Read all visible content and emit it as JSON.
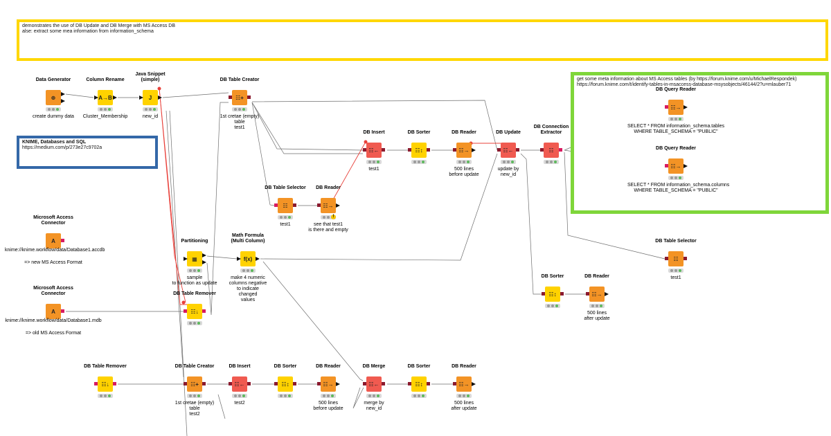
{
  "annotations": [
    {
      "id": "a1",
      "style": "yellow",
      "lines": [
        "demonstrates the use of DB Update and DB  Merge with MS Access DB",
        "alse: extract some mea information from information_schema"
      ]
    },
    {
      "id": "a2",
      "style": "blue",
      "lines": [
        "KNIME, Databases and SQL",
        "https://medium.com/p/273e27c9702a"
      ]
    },
    {
      "id": "a3",
      "style": "green",
      "lines": [
        "get some meta information about MS Access tables (by https://forum.knime.com/u/MichaelRespondek)",
        "https://forum.knime.com/t/identify-tables-in-msaccess-database-msysobjects/46144/2?u=mlauber71"
      ]
    }
  ],
  "nodes": [
    {
      "id": "n1",
      "title": [
        "Data Generator"
      ],
      "label": [
        "create dummy data"
      ],
      "color": "#f39325",
      "glyph": "⊕",
      "in": "",
      "out": "tri2",
      "status": "green"
    },
    {
      "id": "n2",
      "title": [
        "Column Rename"
      ],
      "label": [
        "Cluster_Membership"
      ],
      "color": "#ffd200",
      "glyph": "A→B",
      "in": "tri",
      "out": "tri",
      "status": "green"
    },
    {
      "id": "n3",
      "title": [
        "Java Snippet",
        "(simple)"
      ],
      "label": [
        "new_id"
      ],
      "color": "#ffd200",
      "glyph": "J",
      "in": "tri",
      "out": "tri",
      "status": "green"
    },
    {
      "id": "n4",
      "title": [
        "DB Table Creator"
      ],
      "label": [
        "1st cretae (empty)",
        "table",
        "test1"
      ],
      "color": "#f39325",
      "glyph": "☷+",
      "in": "db",
      "out": "db",
      "status": "green"
    },
    {
      "id": "n5",
      "title": [
        "KNIME, Databases and SQL"
      ],
      "label": [],
      "color": "",
      "glyph": "",
      "in": "",
      "out": "",
      "status": "none"
    },
    {
      "id": "n6",
      "title": [
        "DB Insert"
      ],
      "label": [
        "test1"
      ],
      "color": "#f05a50",
      "glyph": "☷←",
      "in": "db",
      "out": "db",
      "status": "green"
    },
    {
      "id": "n7",
      "title": [
        "DB Sorter"
      ],
      "label": [],
      "color": "#ffd200",
      "glyph": "☷↕",
      "in": "db",
      "out": "db",
      "status": "green"
    },
    {
      "id": "n8",
      "title": [
        "DB Reader"
      ],
      "label": [
        "500 lines",
        "before update"
      ],
      "color": "#f39325",
      "glyph": "☷→",
      "in": "db",
      "out": "tri",
      "status": "green"
    },
    {
      "id": "n9",
      "title": [
        "DB Update"
      ],
      "label": [
        "update by",
        "new_id"
      ],
      "color": "#f05a50",
      "glyph": "☷←",
      "in": "db",
      "out": "db",
      "status": "green"
    },
    {
      "id": "n10",
      "title": [
        "DB Connection",
        "Extractor"
      ],
      "label": [],
      "color": "#f05a50",
      "glyph": "☷",
      "in": "db",
      "out": "acc",
      "status": "green"
    },
    {
      "id": "n11",
      "title": [
        "DB Query Reader"
      ],
      "label": [
        "SELECT * FROM information_schema.tables",
        "WHERE TABLE_SCHEMA = \"PUBLIC\""
      ],
      "color": "#f39325",
      "glyph": "☷→",
      "in": "acc",
      "out": "tri",
      "status": "green"
    },
    {
      "id": "n12",
      "title": [
        "DB Query Reader"
      ],
      "label": [
        "SELECT * FROM information_schema.columns",
        "WHERE TABLE_SCHEMA = \"PUBLIC\""
      ],
      "color": "#f39325",
      "glyph": "☷→",
      "in": "acc",
      "out": "tri",
      "status": "green"
    },
    {
      "id": "n13",
      "title": [
        "DB Table Selector"
      ],
      "label": [
        "test1"
      ],
      "color": "#f39325",
      "glyph": "☷",
      "in": "db",
      "out": "db",
      "status": "green"
    },
    {
      "id": "n14",
      "title": [
        "DB Reader"
      ],
      "label": [
        "see that test1",
        "is there and empty"
      ],
      "color": "#f39325",
      "glyph": "☷→",
      "in": "db",
      "out": "tri",
      "status": "warn"
    },
    {
      "id": "n15",
      "title": [
        "Microsoft Access",
        "Connector"
      ],
      "label": [
        "knime://knime.workflow/data/Database1.accdb",
        "",
        "=> new MS Access Format"
      ],
      "color": "#f39325",
      "glyph": "A",
      "in": "",
      "out": "acc",
      "status": "none"
    },
    {
      "id": "n16",
      "title": [
        "Partitioning"
      ],
      "label": [
        "sample",
        "to function as update"
      ],
      "color": "#ffd200",
      "glyph": "▦",
      "in": "tri",
      "out": "tri2",
      "status": "green"
    },
    {
      "id": "n17",
      "title": [
        "Math Formula",
        "(Multi Column)"
      ],
      "label": [
        "make 4 numeric",
        "columns negative",
        "to indicate",
        "changed",
        "values"
      ],
      "color": "#ffd200",
      "glyph": "f(x)",
      "in": "tri",
      "out": "tri",
      "status": "green"
    },
    {
      "id": "n18",
      "title": [
        "DB Table Selector"
      ],
      "label": [
        "test1"
      ],
      "color": "#f39325",
      "glyph": "☷",
      "in": "acc",
      "out": "db",
      "status": "green"
    },
    {
      "id": "n19",
      "title": [
        "DB Table Remover"
      ],
      "label": [],
      "color": "#ffd200",
      "glyph": "☷↓",
      "in": "acc",
      "out": "acc",
      "status": "green"
    },
    {
      "id": "n20",
      "title": [
        "Microsoft Access",
        "Connector"
      ],
      "label": [
        "knime://knime.workflow/data/Database1.mdb",
        "",
        "=> old MS Access Format"
      ],
      "color": "#f39325",
      "glyph": "A",
      "in": "",
      "out": "acc",
      "status": "none"
    },
    {
      "id": "n21",
      "title": [
        "DB Sorter"
      ],
      "label": [],
      "color": "#ffd200",
      "glyph": "☷↕",
      "in": "db",
      "out": "db",
      "status": "green"
    },
    {
      "id": "n22",
      "title": [
        "DB Reader"
      ],
      "label": [
        "500 lines",
        "after update"
      ],
      "color": "#f39325",
      "glyph": "☷→",
      "in": "db",
      "out": "tri",
      "status": "green"
    },
    {
      "id": "n23",
      "title": [
        "DB Table Remover"
      ],
      "label": [],
      "color": "#ffd200",
      "glyph": "☷↓",
      "in": "acc",
      "out": "acc",
      "status": "green"
    },
    {
      "id": "n24",
      "title": [
        "DB Table Creator"
      ],
      "label": [
        "1st cretae (empty)",
        "table",
        "test2"
      ],
      "color": "#f39325",
      "glyph": "☷+",
      "in": "db",
      "out": "db",
      "status": "green"
    },
    {
      "id": "n25",
      "title": [
        "DB Insert"
      ],
      "label": [
        "test2"
      ],
      "color": "#f05a50",
      "glyph": "☷←",
      "in": "db",
      "out": "db",
      "status": "green"
    },
    {
      "id": "n26",
      "title": [
        "DB Sorter"
      ],
      "label": [],
      "color": "#ffd200",
      "glyph": "☷↕",
      "in": "db",
      "out": "db",
      "status": "green"
    },
    {
      "id": "n27",
      "title": [
        "DB Reader"
      ],
      "label": [
        "500 lines",
        "before update"
      ],
      "color": "#f39325",
      "glyph": "☷→",
      "in": "db",
      "out": "tri",
      "status": "green"
    },
    {
      "id": "n28",
      "title": [
        "DB Merge"
      ],
      "label": [
        "merge by",
        "new_id"
      ],
      "color": "#f05a50",
      "glyph": "☷←",
      "in": "db",
      "out": "db",
      "status": "green"
    },
    {
      "id": "n29",
      "title": [
        "DB Sorter"
      ],
      "label": [],
      "color": "#ffd200",
      "glyph": "☷↕",
      "in": "db",
      "out": "db",
      "status": "green"
    },
    {
      "id": "n30",
      "title": [
        "DB Reader"
      ],
      "label": [
        "500 lines",
        "after update"
      ],
      "color": "#f39325",
      "glyph": "☷→",
      "in": "db",
      "out": "tri",
      "status": "green"
    }
  ],
  "connections_color": {
    "default": "#6e6e6e",
    "flow": "#e8403a"
  }
}
